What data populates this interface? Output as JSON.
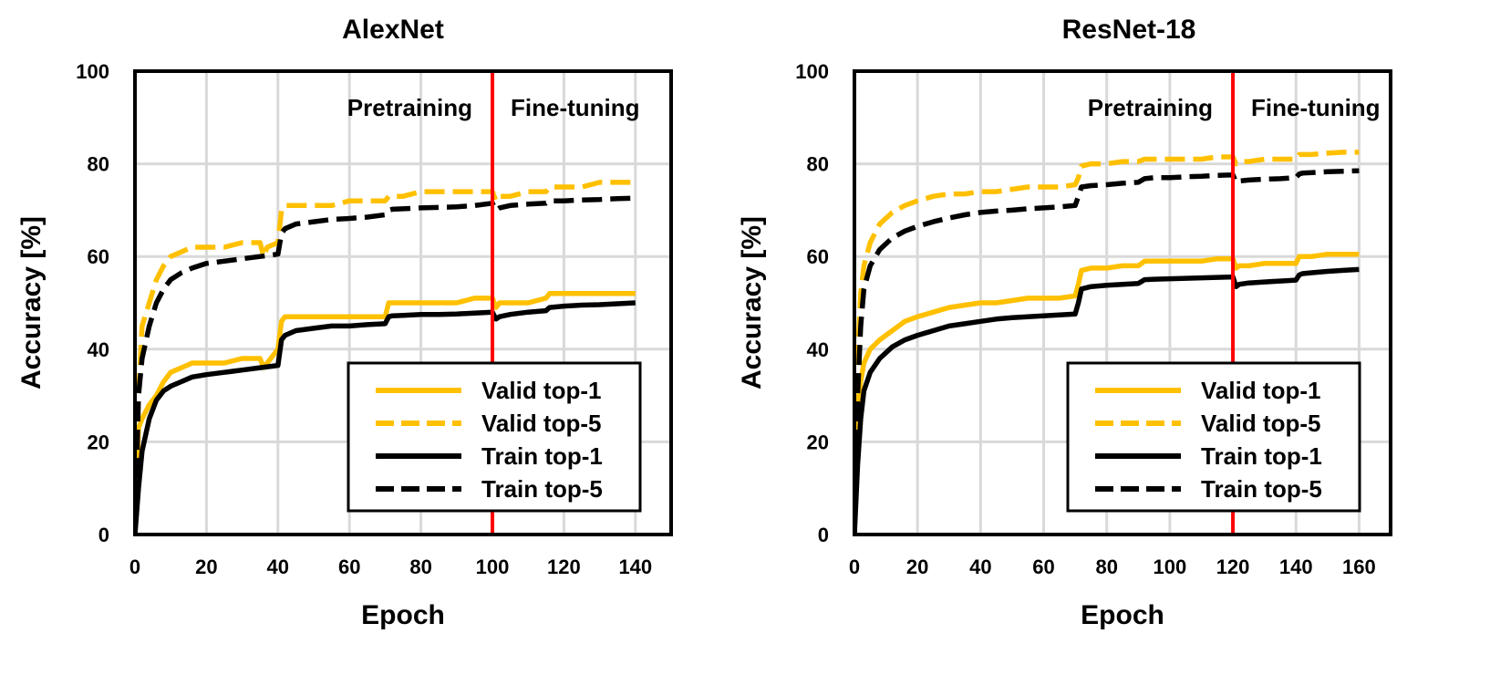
{
  "colors": {
    "valid": "#FFC000",
    "train": "#000000",
    "boundary": "#FF0000",
    "grid": "#D9D9D9"
  },
  "chart_data": [
    {
      "type": "line",
      "title": "AlexNet",
      "xlabel": "Epoch",
      "ylabel": "Accuracy [%]",
      "xlim": [
        0,
        150
      ],
      "ylim": [
        0,
        100
      ],
      "xticks": [
        0,
        20,
        40,
        60,
        80,
        100,
        120,
        140
      ],
      "yticks": [
        0,
        20,
        40,
        60,
        80,
        100
      ],
      "grid": true,
      "boundary_epoch": 100,
      "phases": [
        "Pretraining",
        "Fine-tuning"
      ],
      "legend": {
        "position": "bottom-right"
      },
      "series": [
        {
          "name": "Valid top-1",
          "color": "#FFC000",
          "dash": false,
          "x": [
            0,
            1,
            2,
            4,
            6,
            8,
            10,
            13,
            16,
            20,
            25,
            30,
            35,
            36,
            37,
            40,
            41,
            42,
            45,
            50,
            55,
            60,
            65,
            70,
            71,
            72,
            75,
            80,
            85,
            90,
            95,
            100,
            101,
            102,
            105,
            110,
            115,
            116,
            120,
            125,
            130,
            135,
            140
          ],
          "y": [
            0,
            23,
            25,
            28,
            30,
            33,
            35,
            36,
            37,
            37,
            37,
            38,
            38,
            36,
            37,
            40,
            46,
            47,
            47,
            47,
            47,
            47,
            47,
            47,
            50,
            50,
            50,
            50,
            50,
            50,
            51,
            51,
            49,
            50,
            50,
            50,
            51,
            52,
            52,
            52,
            52,
            52,
            52
          ]
        },
        {
          "name": "Valid top-5",
          "color": "#FFC000",
          "dash": true,
          "x": [
            0,
            1,
            2,
            4,
            6,
            8,
            10,
            13,
            16,
            20,
            25,
            30,
            35,
            36,
            37,
            40,
            41,
            42,
            45,
            50,
            55,
            60,
            65,
            70,
            71,
            72,
            75,
            80,
            85,
            90,
            95,
            100,
            101,
            102,
            105,
            110,
            115,
            116,
            120,
            125,
            130,
            135,
            140
          ],
          "y": [
            0,
            30,
            45,
            50,
            55,
            58,
            60,
            61,
            62,
            62,
            62,
            63,
            63,
            60,
            62,
            63,
            70,
            71,
            71,
            71,
            71,
            72,
            72,
            72,
            73,
            73,
            73,
            74,
            74,
            74,
            74,
            74,
            72,
            73,
            73,
            74,
            74,
            75,
            75,
            75,
            76,
            76,
            76
          ]
        },
        {
          "name": "Train top-1",
          "color": "#000000",
          "dash": false,
          "x": [
            0,
            1,
            2,
            4,
            6,
            8,
            10,
            13,
            16,
            20,
            25,
            30,
            35,
            40,
            41,
            42,
            45,
            50,
            55,
            60,
            65,
            70,
            71,
            72,
            75,
            80,
            85,
            90,
            95,
            100,
            101,
            102,
            105,
            110,
            115,
            116,
            120,
            125,
            130,
            135,
            140
          ],
          "y": [
            0,
            10,
            18,
            25,
            29,
            31,
            32,
            33,
            34,
            34.5,
            35,
            35.5,
            36,
            36.5,
            42,
            43,
            44,
            44.5,
            45,
            45,
            45.3,
            45.5,
            47,
            47.2,
            47.3,
            47.5,
            47.5,
            47.6,
            47.8,
            48,
            46.5,
            47,
            47.5,
            48,
            48.3,
            49,
            49.3,
            49.5,
            49.6,
            49.8,
            50
          ]
        },
        {
          "name": "Train top-5",
          "color": "#000000",
          "dash": true,
          "x": [
            0,
            1,
            2,
            4,
            6,
            8,
            10,
            13,
            16,
            20,
            25,
            30,
            35,
            40,
            41,
            42,
            45,
            50,
            55,
            60,
            65,
            70,
            71,
            72,
            75,
            80,
            85,
            90,
            95,
            100,
            101,
            102,
            105,
            110,
            115,
            116,
            120,
            125,
            130,
            135,
            140
          ],
          "y": [
            0,
            30,
            38,
            45,
            50,
            53,
            55,
            56.5,
            57.5,
            58.5,
            59,
            59.5,
            60,
            60.5,
            65,
            66,
            67,
            67.5,
            68,
            68.2,
            68.5,
            69,
            70,
            70.2,
            70.3,
            70.5,
            70.6,
            70.7,
            71,
            71.5,
            70,
            70.5,
            71,
            71.3,
            71.5,
            72,
            72,
            72.2,
            72.3,
            72.5,
            72.6
          ]
        }
      ]
    },
    {
      "type": "line",
      "title": "ResNet-18",
      "xlabel": "Epoch",
      "ylabel": "Accuracy [%]",
      "xlim": [
        0,
        170
      ],
      "ylim": [
        0,
        100
      ],
      "xticks": [
        0,
        20,
        40,
        60,
        80,
        100,
        120,
        140,
        160
      ],
      "yticks": [
        0,
        20,
        40,
        60,
        80,
        100
      ],
      "grid": true,
      "boundary_epoch": 120,
      "phases": [
        "Pretraining",
        "Fine-tuning"
      ],
      "legend": {
        "position": "bottom-right"
      },
      "series": [
        {
          "name": "Valid top-1",
          "color": "#FFC000",
          "dash": false,
          "x": [
            0,
            1,
            2,
            3,
            5,
            8,
            12,
            16,
            20,
            25,
            30,
            35,
            40,
            45,
            50,
            55,
            60,
            65,
            70,
            71,
            72,
            75,
            80,
            85,
            90,
            92,
            95,
            100,
            105,
            110,
            115,
            120,
            121,
            122,
            125,
            130,
            135,
            140,
            141,
            142,
            145,
            150,
            155,
            160
          ],
          "y": [
            0,
            28,
            33,
            37,
            40,
            42,
            44,
            46,
            47,
            48,
            49,
            49.5,
            50,
            50,
            50.5,
            51,
            51,
            51,
            51.5,
            54,
            57,
            57.5,
            57.5,
            58,
            58,
            59,
            59,
            59,
            59,
            59,
            59.5,
            59.5,
            57.5,
            58,
            58,
            58.5,
            58.5,
            58.5,
            60,
            60,
            60,
            60.5,
            60.5,
            60.5
          ]
        },
        {
          "name": "Valid top-5",
          "color": "#FFC000",
          "dash": true,
          "x": [
            0,
            1,
            2,
            3,
            5,
            8,
            12,
            16,
            20,
            25,
            30,
            35,
            40,
            45,
            50,
            55,
            60,
            65,
            70,
            71,
            72,
            75,
            80,
            85,
            90,
            92,
            95,
            100,
            105,
            110,
            115,
            120,
            121,
            122,
            125,
            130,
            135,
            140,
            141,
            142,
            145,
            150,
            155,
            160
          ],
          "y": [
            0,
            38,
            52,
            58,
            63,
            67,
            69.5,
            71,
            72,
            73,
            73.5,
            73.5,
            74,
            74,
            74.5,
            75,
            75,
            75,
            75.5,
            77,
            79.5,
            80,
            80,
            80.5,
            80.5,
            81,
            81,
            81,
            81,
            81,
            81.5,
            81.5,
            80,
            80.5,
            80.5,
            81,
            81,
            81,
            82,
            82,
            82,
            82.3,
            82.5,
            82.5
          ]
        },
        {
          "name": "Train top-1",
          "color": "#000000",
          "dash": false,
          "x": [
            0,
            1,
            2,
            3,
            5,
            8,
            12,
            16,
            20,
            25,
            30,
            35,
            40,
            45,
            50,
            55,
            60,
            65,
            70,
            71,
            72,
            75,
            80,
            85,
            90,
            92,
            95,
            100,
            105,
            110,
            115,
            120,
            121,
            122,
            125,
            130,
            135,
            140,
            141,
            142,
            145,
            150,
            155,
            160
          ],
          "y": [
            0,
            15,
            25,
            31,
            35,
            38,
            40.5,
            42,
            43,
            44,
            45,
            45.5,
            46,
            46.5,
            46.8,
            47,
            47.2,
            47.4,
            47.6,
            50,
            53,
            53.5,
            53.8,
            54,
            54.2,
            55,
            55.1,
            55.2,
            55.3,
            55.4,
            55.5,
            55.6,
            53.5,
            54,
            54.3,
            54.5,
            54.7,
            54.9,
            56,
            56.3,
            56.5,
            56.8,
            57,
            57.2
          ]
        },
        {
          "name": "Train top-5",
          "color": "#000000",
          "dash": true,
          "x": [
            0,
            1,
            2,
            3,
            5,
            8,
            12,
            16,
            20,
            25,
            30,
            35,
            40,
            45,
            50,
            55,
            60,
            65,
            70,
            71,
            72,
            75,
            80,
            85,
            90,
            92,
            95,
            100,
            105,
            110,
            115,
            120,
            121,
            122,
            125,
            130,
            135,
            140,
            141,
            142,
            145,
            150,
            155,
            160
          ],
          "y": [
            0,
            30,
            45,
            53,
            58,
            61.5,
            64,
            65.5,
            66.5,
            67.5,
            68.3,
            69,
            69.5,
            69.8,
            70,
            70.3,
            70.5,
            70.7,
            71,
            73,
            75,
            75.3,
            75.5,
            75.8,
            76,
            76.8,
            77,
            77,
            77.2,
            77.3,
            77.5,
            77.6,
            76,
            76.3,
            76.5,
            76.7,
            76.8,
            77,
            77.8,
            78,
            78.1,
            78.3,
            78.4,
            78.5
          ]
        }
      ]
    }
  ]
}
